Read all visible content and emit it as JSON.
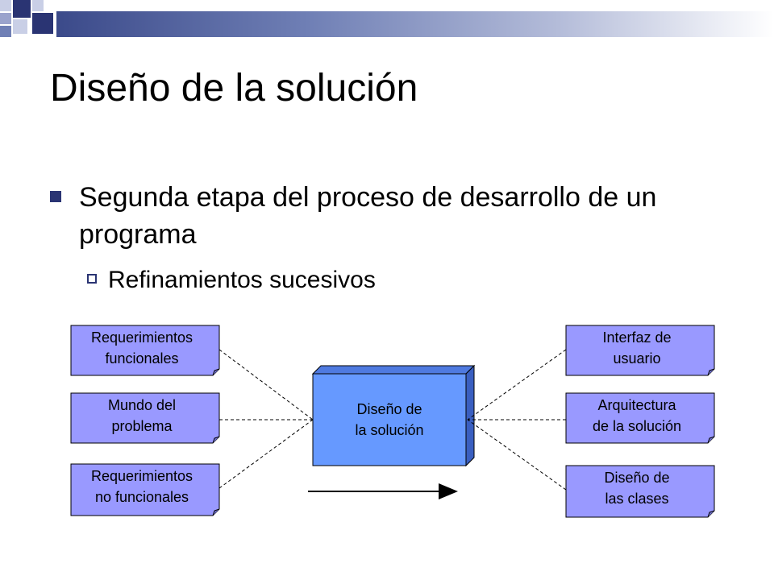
{
  "slide": {
    "title": "Diseño de la solución",
    "bullet": "Segunda etapa del proceso de desarrollo de un programa",
    "sub_bullet": "Refinamientos sucesivos"
  },
  "diagram": {
    "center": {
      "label": "Diseño de\n la solución"
    },
    "inputs": [
      {
        "label": "Requerimientos\nfuncionales"
      },
      {
        "label": "Mundo del\nproblema"
      },
      {
        "label": "Requerimientos\nno funcionales"
      }
    ],
    "outputs": [
      {
        "label": "Interfaz de\nusuario"
      },
      {
        "label": "Arquitectura\nde la solución"
      },
      {
        "label": "Diseño de\nlas clases"
      }
    ]
  },
  "colors": {
    "node_fill": "#9999ff",
    "center_fill": "#6699ff",
    "accent": "#2a3473"
  }
}
